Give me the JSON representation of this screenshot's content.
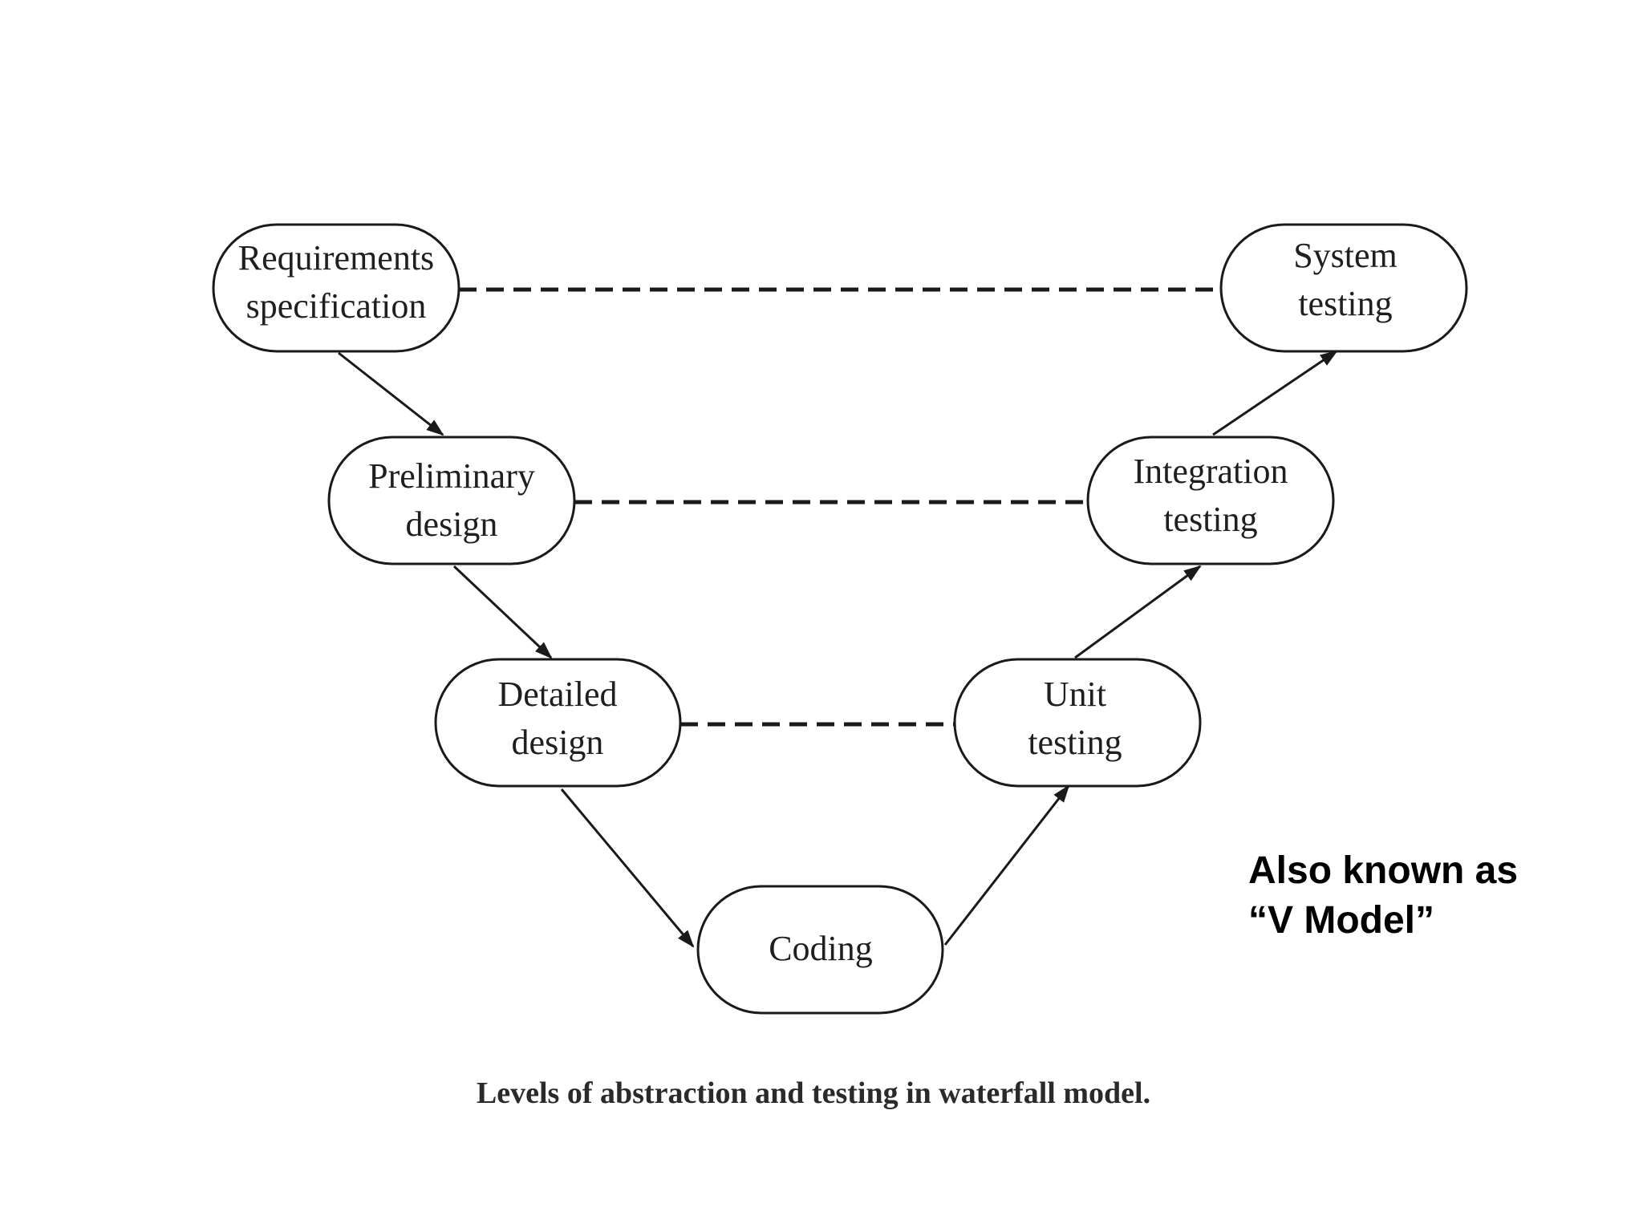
{
  "phases": {
    "requirements": [
      "Requirements",
      "specification"
    ],
    "preliminary": [
      "Preliminary",
      "design"
    ],
    "detailed": [
      "Detailed",
      "design"
    ],
    "coding": [
      "Coding"
    ],
    "unit": [
      "Unit",
      "testing"
    ],
    "integration": [
      "Integration",
      "testing"
    ],
    "system": [
      "System",
      "testing"
    ]
  },
  "caption": "Levels of abstraction and testing in waterfall model.",
  "note": [
    "Also known as",
    "“V Model”"
  ],
  "colors": {
    "line": "#1a1a1a",
    "text": "#1f1f1f",
    "background": "#ffffff"
  }
}
